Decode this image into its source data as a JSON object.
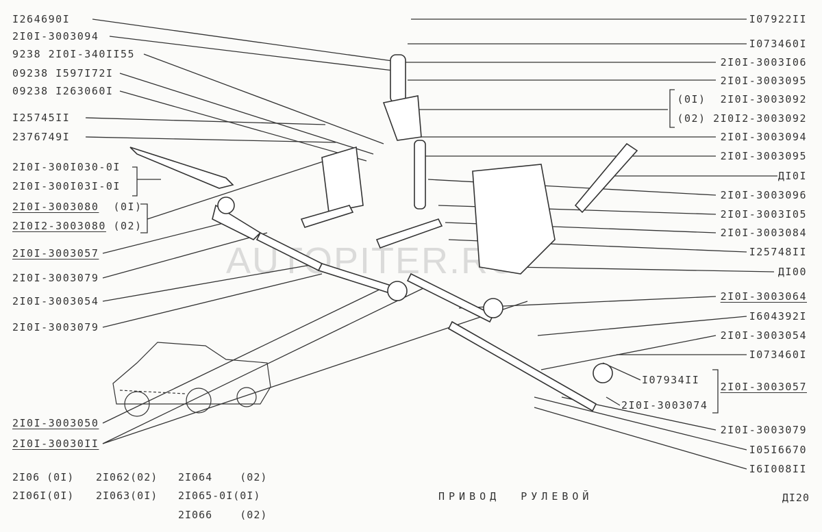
{
  "left_labels": [
    {
      "text": "I264690I",
      "underlined": false
    },
    {
      "text": "2I0I-3003094",
      "underlined": false
    },
    {
      "text": "9238 2I0I-340II55",
      "underlined": false
    },
    {
      "text": "09238 I597I72I",
      "underlined": false
    },
    {
      "text": "09238 I263060I",
      "underlined": false
    },
    {
      "text": "I25745II",
      "underlined": false
    },
    {
      "text": "2376749I",
      "underlined": false
    },
    {
      "text": "2I0I-300I030-0I",
      "underlined": false
    },
    {
      "text": "2I0I-300I03I-0I",
      "underlined": false
    },
    {
      "text": "2I0I-3003080",
      "suffix": "(0I)",
      "underlined": true
    },
    {
      "text": "2I0I2-3003080",
      "suffix": "(02)",
      "underlined": true
    },
    {
      "text": "2I0I-3003057",
      "underlined": true
    },
    {
      "text": "2I0I-3003079",
      "underlined": false
    },
    {
      "text": "2I0I-3003054",
      "underlined": false
    },
    {
      "text": "2I0I-3003079",
      "underlined": false
    },
    {
      "text": "2I0I-3003050",
      "underlined": true
    },
    {
      "text": "2I0I-30030II",
      "underlined": true
    }
  ],
  "right_labels": [
    {
      "text": "I07922II"
    },
    {
      "text": "I073460I"
    },
    {
      "text": "2I0I-3003I06"
    },
    {
      "text": "2I0I-3003095"
    },
    {
      "text": "(0I)  2I0I-3003092"
    },
    {
      "text": "(02) 2I0I2-3003092"
    },
    {
      "text": "2I0I-3003094"
    },
    {
      "text": "2I0I-3003095"
    },
    {
      "text": "ДI0I"
    },
    {
      "text": "2I0I-3003096"
    },
    {
      "text": "2I0I-3003I05"
    },
    {
      "text": "2I0I-3003084"
    },
    {
      "text": "I25748II"
    },
    {
      "text": "ДI00"
    },
    {
      "text": "2I0I-3003064"
    },
    {
      "text": "I604392I"
    },
    {
      "text": "2I0I-3003054"
    },
    {
      "text": "I073460I"
    },
    {
      "text": "I07934II"
    },
    {
      "text": "2I0I-3003074"
    },
    {
      "text": "2I0I-3003057"
    },
    {
      "text": "2I0I-3003079"
    },
    {
      "text": "I05I6670"
    },
    {
      "text": "I6I008II"
    }
  ],
  "models": [
    "2I06 (0I)",
    "2I062(02)",
    "2I064    (02)",
    "2I06I(0I)",
    "2I063(0I)",
    "2I065-0I(0I)",
    "2I066    (02)"
  ],
  "title": "ПРИВОД  РУЛЕВОЙ",
  "page_code": "ДI20",
  "watermark": "AUTOPITER.RU"
}
